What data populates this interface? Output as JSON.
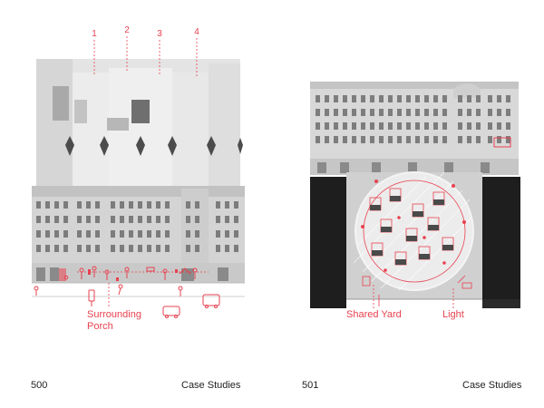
{
  "left_page": {
    "page_number": "500",
    "section": "Case Studies",
    "markers": [
      "1",
      "2",
      "3",
      "4"
    ],
    "label_line1": "Surrounding",
    "label_line2": "Porch"
  },
  "right_page": {
    "page_number": "501",
    "section": "Case Studies",
    "label_yard": "Shared Yard",
    "label_light": "Light"
  },
  "colors": {
    "accent": "#e8414f",
    "building": "#d9d9d9",
    "shadow": "#1e1e1e"
  }
}
